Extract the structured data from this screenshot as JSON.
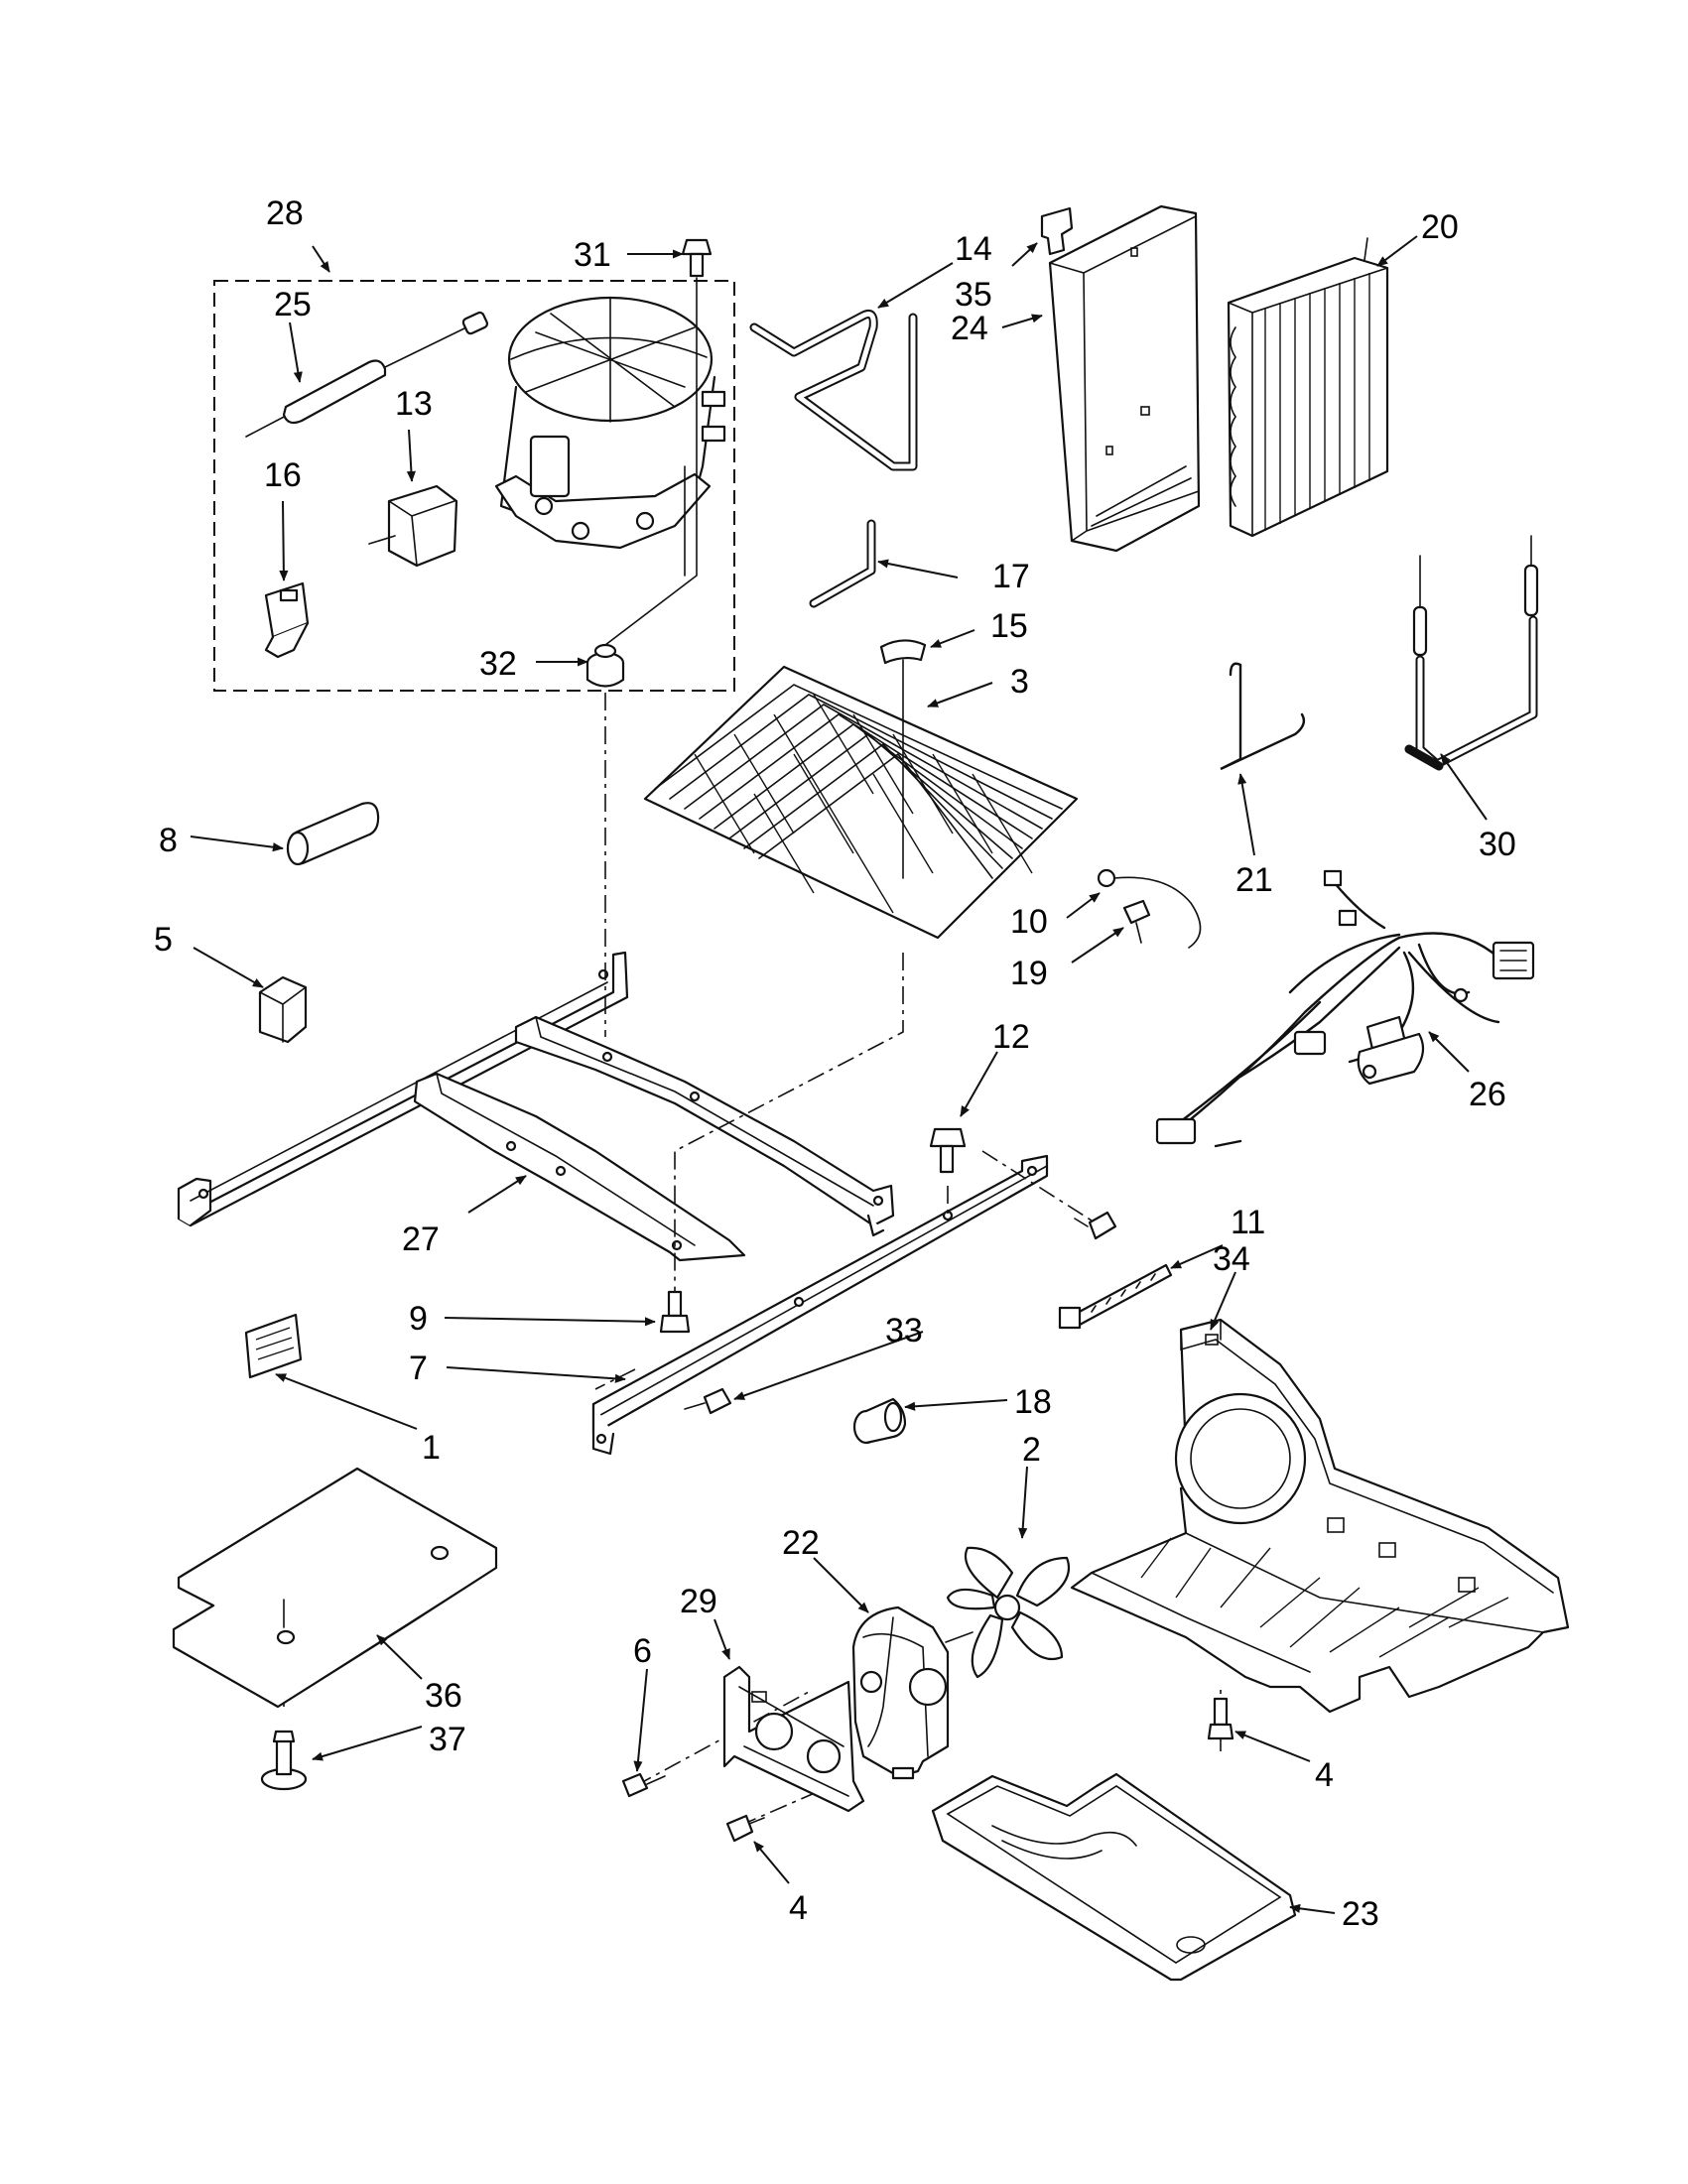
{
  "diagram": {
    "callouts": [
      {
        "id": "c28",
        "label": "28"
      },
      {
        "id": "c31",
        "label": "31"
      },
      {
        "id": "c14",
        "label": "14"
      },
      {
        "id": "c35",
        "label": "35"
      },
      {
        "id": "c20",
        "label": "20"
      },
      {
        "id": "c25",
        "label": "25"
      },
      {
        "id": "c13",
        "label": "13"
      },
      {
        "id": "c16",
        "label": "16"
      },
      {
        "id": "c24",
        "label": "24"
      },
      {
        "id": "c17",
        "label": "17"
      },
      {
        "id": "c15",
        "label": "15"
      },
      {
        "id": "c32",
        "label": "32"
      },
      {
        "id": "c3",
        "label": "3"
      },
      {
        "id": "c8",
        "label": "8"
      },
      {
        "id": "c21",
        "label": "21"
      },
      {
        "id": "c30",
        "label": "30"
      },
      {
        "id": "c5",
        "label": "5"
      },
      {
        "id": "c10",
        "label": "10"
      },
      {
        "id": "c19",
        "label": "19"
      },
      {
        "id": "c12",
        "label": "12"
      },
      {
        "id": "c26",
        "label": "26"
      },
      {
        "id": "c27",
        "label": "27"
      },
      {
        "id": "c11",
        "label": "11"
      },
      {
        "id": "c34",
        "label": "34"
      },
      {
        "id": "c9",
        "label": "9"
      },
      {
        "id": "c33",
        "label": "33"
      },
      {
        "id": "c7",
        "label": "7"
      },
      {
        "id": "c18",
        "label": "18"
      },
      {
        "id": "c1",
        "label": "1"
      },
      {
        "id": "c2",
        "label": "2"
      },
      {
        "id": "c22",
        "label": "22"
      },
      {
        "id": "c29",
        "label": "29"
      },
      {
        "id": "c6",
        "label": "6"
      },
      {
        "id": "c36",
        "label": "36"
      },
      {
        "id": "c37",
        "label": "37"
      },
      {
        "id": "c4a",
        "label": "4"
      },
      {
        "id": "c4b",
        "label": "4"
      },
      {
        "id": "c23",
        "label": "23"
      }
    ]
  }
}
